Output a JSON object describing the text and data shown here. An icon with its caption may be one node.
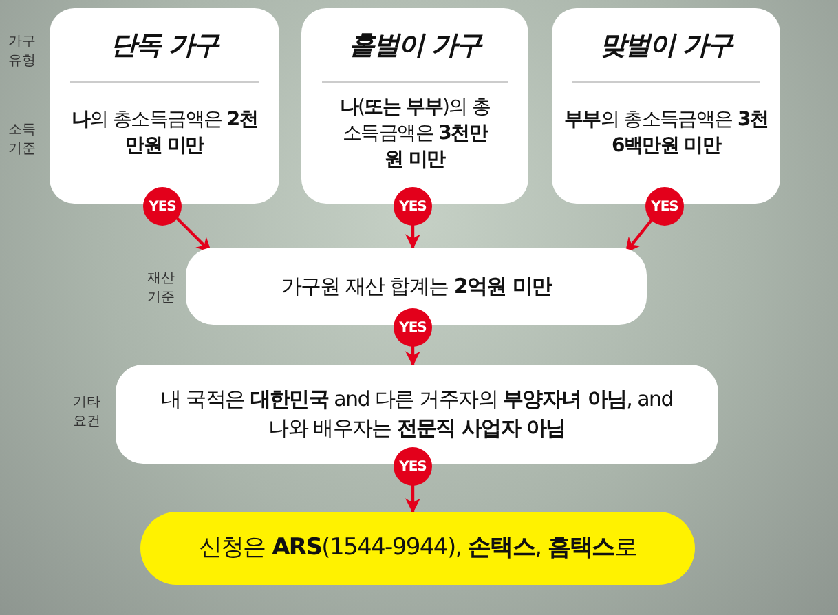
{
  "diagram": {
    "nodes": [
      {
        "text": [
          "단독 가구",
          "**나**의 총소득금액은 **2천만원 미만**"
        ]
      },
      {
        "text": [
          "홑벌이 가구",
          "**나**(**또는 부부**)의 총소득금액은 **3천만원 미만**"
        ]
      },
      {
        "text": [
          "맞벌이 가구",
          "**부부**의 총소득금액은 **3천6백만원 미만**"
        ]
      },
      {
        "text": [
          "가구원 재산 합계는 **2억원 미만**"
        ]
      },
      {
        "text": [
          "내 국적은 **대한민국** and 다른 거주자의 **부양자녀 아님**, and 나와 배우자는 **전문직 사업자 아님**"
        ]
      },
      {
        "text": [
          "신청은 **ARS**(1544-9944), **손택스**, **홈택스**로"
        ]
      }
    ],
    "edges": [
      {
        "from": 0,
        "to": 3,
        "arrow": "to",
        "label": "YES"
      },
      {
        "from": 1,
        "to": 3,
        "arrow": "to",
        "label": "YES"
      },
      {
        "from": 2,
        "to": 3,
        "arrow": "to",
        "label": "YES"
      },
      {
        "from": 3,
        "to": 4,
        "arrow": "to",
        "label": "YES"
      },
      {
        "from": 4,
        "to": 5,
        "arrow": "to",
        "label": "YES"
      }
    ],
    "labels": [
      "가구 유형",
      "소득 기준",
      "재산 기준",
      "기타 요건"
    ]
  }
}
